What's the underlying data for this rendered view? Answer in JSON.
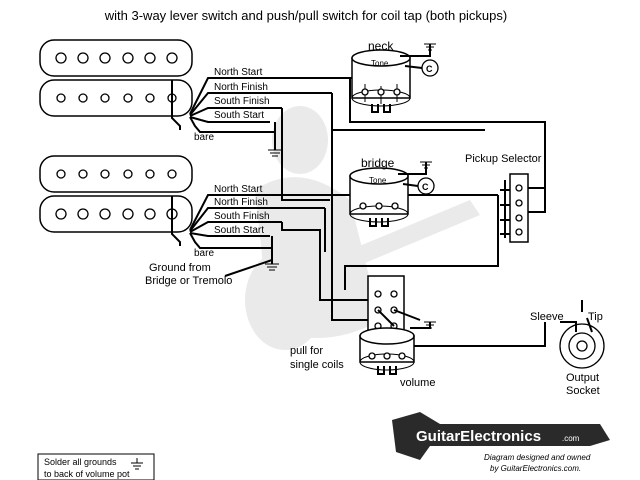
{
  "title": "with 3-way lever switch and push/pull switch for coil tap (both pickups)",
  "neck_pickup": {
    "wire_labels": [
      "North Start",
      "North Finish",
      "South Finish",
      "South Start",
      "bare"
    ]
  },
  "bridge_pickup": {
    "wire_labels": [
      "North Start",
      "North Finish",
      "South Finish",
      "South Start",
      "bare"
    ]
  },
  "ground_note": [
    "Ground from",
    "Bridge or Tremolo"
  ],
  "pots": {
    "neck": {
      "label": "neck",
      "tone": "Tone",
      "cap": "C"
    },
    "bridge": {
      "label": "bridge",
      "tone": "Tone",
      "cap": "C"
    },
    "volume": {
      "label": "volume"
    }
  },
  "pickup_selector": {
    "label": "Pickup Selector"
  },
  "pushpull": {
    "label": [
      "pull for",
      "single coils"
    ]
  },
  "output": {
    "sleeve": "Sleeve",
    "tip": "Tip",
    "label": [
      "Output",
      "Socket"
    ]
  },
  "solder_note": [
    "Solder all grounds",
    "to back of volume pot"
  ],
  "logo": {
    "brand": "GuitarElectronics",
    "suffix": ".com",
    "credit": [
      "Diagram designed and owned",
      "by GuitarElectronics.com."
    ]
  },
  "colors": {
    "ink": "#000000",
    "watermark": "#d9d9d9",
    "background": "#ffffff"
  }
}
